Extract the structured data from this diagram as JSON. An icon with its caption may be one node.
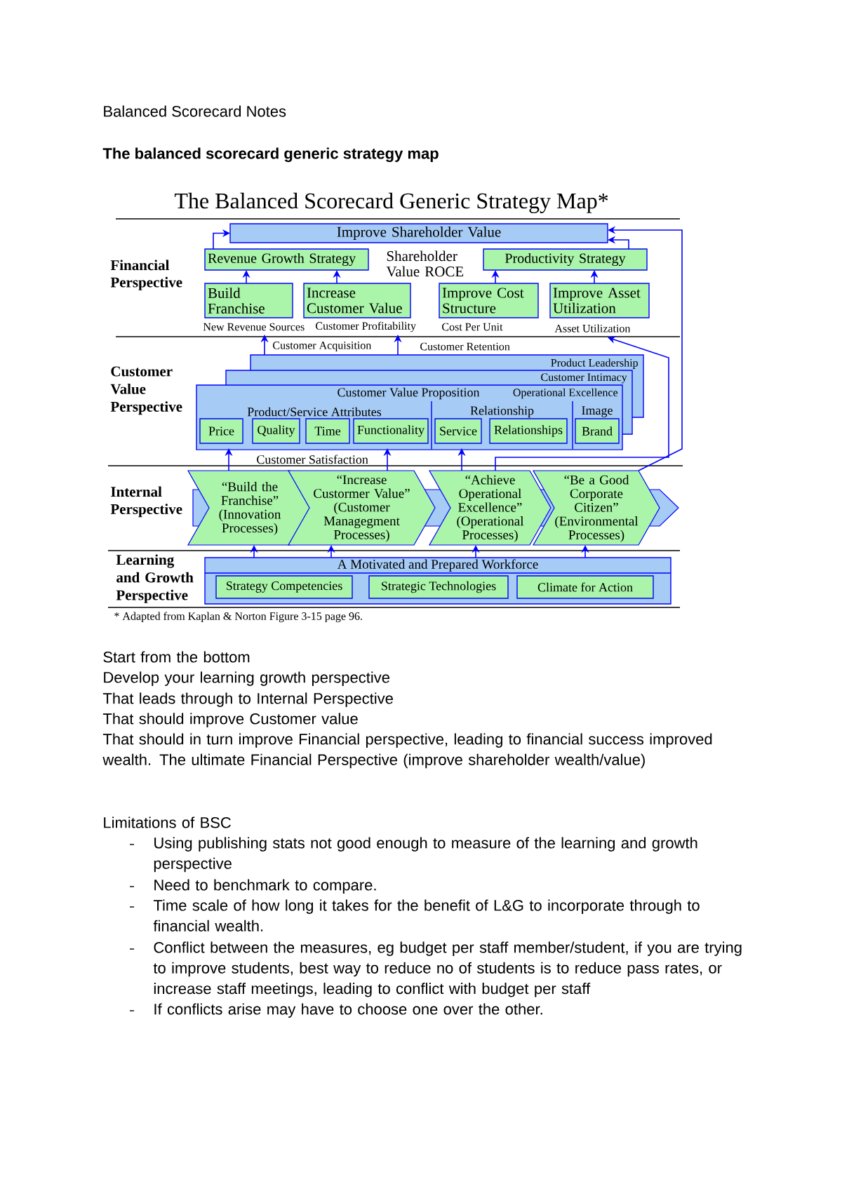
{
  "diagram": {
    "title": "The Balanced Scorecard Generic Strategy Map*",
    "nodes": [
      {
        "text": [
          "Improve Shareholder Value"
        ]
      },
      {
        "text": [
          "Revenue Growth Strategy"
        ]
      },
      {
        "text": [
          "Productivity Strategy"
        ]
      },
      {
        "text": [
          "Build Franchise"
        ],
        "beside": [
          "New Revenue Sources"
        ]
      },
      {
        "text": [
          "Increase Customer Value"
        ],
        "beside": [
          "Customer Profitability"
        ]
      },
      {
        "text": [
          "Improve Cost Structure"
        ],
        "beside": [
          "Cost Per Unit"
        ]
      },
      {
        "text": [
          "Improve Asset Utilization"
        ],
        "beside": [
          "Asset Utilization"
        ]
      },
      {
        "text": [
          "Product Leadership",
          "Customer Intimacy",
          "Customer Value Proposition",
          "Operational Excellence"
        ]
      },
      {
        "text": [
          "Product/Service Attributes"
        ],
        "in": 7
      },
      {
        "text": [
          "Price"
        ],
        "in": 8
      },
      {
        "text": [
          "Quality"
        ],
        "in": 8
      },
      {
        "text": [
          "Time"
        ],
        "in": 8
      },
      {
        "text": [
          "Functionality"
        ],
        "in": 8
      },
      {
        "text": [
          "Relationship"
        ],
        "in": 7
      },
      {
        "text": [
          "Service"
        ],
        "in": 13
      },
      {
        "text": [
          "Relationships"
        ],
        "in": 13
      },
      {
        "text": [
          "Image"
        ],
        "in": 7
      },
      {
        "text": [
          "Brand"
        ],
        "in": 16
      },
      {
        "text": [
          "“Build the Franchise”",
          "(Innovation Processes)"
        ]
      },
      {
        "text": [
          "“Increase Custormer Value”",
          "(Customer Managegment Processes)"
        ]
      },
      {
        "text": [
          "“Achieve Operational Excellence”",
          "(Operational Processes)"
        ]
      },
      {
        "text": [
          "“Be a Good Corporate Citizen”",
          "(Environmental Processes)"
        ]
      },
      {
        "text": [
          "A Motivated and Prepared Workforce"
        ]
      },
      {
        "text": [
          "Strategy Competencies"
        ],
        "in": 22
      },
      {
        "text": [
          "Strategic Technologies"
        ],
        "in": 22
      },
      {
        "text": [
          "Climate for Action"
        ],
        "in": 22
      }
    ],
    "edges": [
      {
        "from": 1,
        "to": 0,
        "arrow": "to"
      },
      {
        "from": 2,
        "to": 0,
        "arrow": "to"
      },
      {
        "from": 3,
        "to": 1,
        "arrow": "to"
      },
      {
        "from": 4,
        "to": 1,
        "arrow": "to"
      },
      {
        "from": 5,
        "to": 2,
        "arrow": "to"
      },
      {
        "from": 6,
        "to": 2,
        "arrow": "to"
      },
      {
        "from": 7,
        "to": 3,
        "arrow": "to",
        "label": "Customer Acquisition"
      },
      {
        "from": 7,
        "to": 4,
        "arrow": "to",
        "label": "Customer Retention"
      },
      {
        "from": 18,
        "to": 8,
        "arrow": "to"
      },
      {
        "from": 19,
        "to": 8,
        "arrow": "to"
      },
      {
        "from": 20,
        "to": 13,
        "arrow": "to"
      },
      {
        "from": 20,
        "to": 6,
        "arrow": "to"
      },
      {
        "from": 21,
        "to": 0,
        "arrow": "to"
      },
      {
        "from": 22,
        "to": 18,
        "arrow": "to"
      },
      {
        "from": 22,
        "to": 19,
        "arrow": "to"
      },
      {
        "from": 22,
        "to": 20,
        "arrow": "to"
      },
      {
        "from": 22,
        "to": 21,
        "arrow": "to"
      }
    ],
    "labels": [
      "Balanced Scorecard Notes",
      "The balanced scorecard generic strategy map",
      "Shareholder Value ROCE",
      "Financial Perspective",
      "Customer Value Perspective",
      "Customer Satisfaction",
      "Internal Perspective",
      "Learning and Growth Perspective",
      "* Adapted from Kaplan & Norton Figure 3-15 page 96.",
      "Start from the bottom",
      "Develop your learning growth perspective",
      "That leads through to Internal Perspective",
      "That should improve Customer value",
      "That should in turn improve Financial perspective, leading to financial success improved wealth. The ultimate Financial Perspective (improve shareholder wealth/value)",
      "Limitations of BSC",
      "Using publishing stats not good enough to measure of the learning and growth perspective",
      "Need to benchmark to compare.",
      "Time scale of how long it takes for the benefit of L&G to incorporate through to financial wealth.",
      "Conflict between the measures, eg budget per staff member/student, if you are trying to improve students, best way to reduce no of students is to reduce pass rates, or increase staff meetings, leading to conflict with budget per staff",
      "If conflicts arise may have to choose one over the other."
    ]
  }
}
